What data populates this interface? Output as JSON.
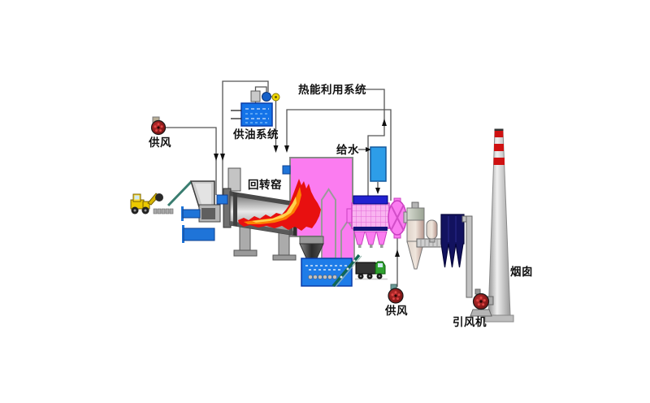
{
  "labels": {
    "air_supply_top": "供风",
    "oil_supply_system": "供油系统",
    "thermal_energy_system": "热能利用系统",
    "feed_water": "给水",
    "rotary_kiln": "回转窑",
    "air_supply_bottom": "供风",
    "induced_draft_fan": "引风机",
    "chimney": "烟囱"
  },
  "colors": {
    "chamber_pink": "#FB7CF0",
    "boiler_grid_pink": "#F9B4F0",
    "flame_red": "#E81010",
    "flame_orange": "#FF8C00",
    "flame_yellow": "#FFD24D",
    "equipment_blue": "#1F74D8",
    "oil_tank_blue": "#1473E8",
    "water_tank_blue": "#1E7CE8",
    "economizer_blue": "#2D9DE8",
    "boiler_navy": "#2121CF",
    "bag_filter_navy": "#12125F",
    "fan_red": "#8B1A1A",
    "valve_yellow": "#F0D800",
    "chimney_band_red": "#CF1111",
    "loader_yellow": "#ECC900",
    "truck_green": "#2FA12F",
    "metal_gray": "#B5B5B5",
    "line_gray": "#555555"
  }
}
